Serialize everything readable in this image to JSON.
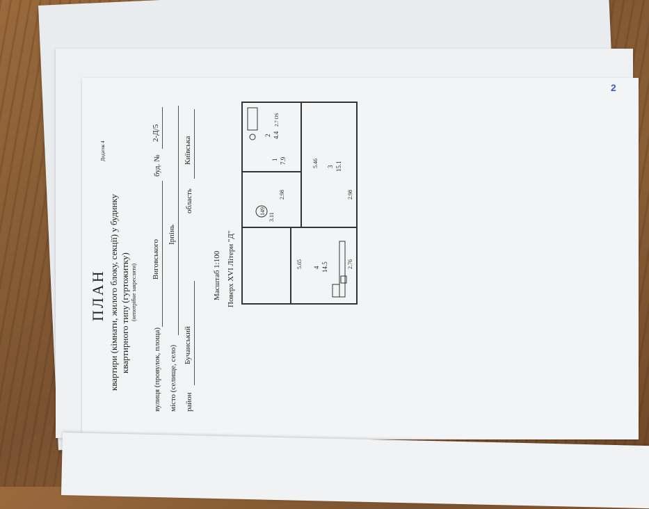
{
  "document": {
    "annex": "Додаток 4",
    "title": "ПЛАН",
    "subtitle_line1": "квартири (кімнати, жилого блоку, секції) у будинку",
    "subtitle_line2": "квартирного типу (гуртожитку)",
    "subtitle_note": "(непотрібне закреслити)",
    "street_label": "вулиця (провулок, площа)",
    "street_value": "Виговського",
    "building_label": "буд. №",
    "building_value": "2-Д/5",
    "city_label": "місто (селище, село)",
    "city_value": "Ірпінь",
    "district_label": "район",
    "district_value": "Бучанський",
    "region_label": "область",
    "region_value": "Київська",
    "scale": "Масштаб 1:100",
    "floor": "Поверх XVI Літери \"Д\""
  },
  "page_number": "2",
  "floor_plan": {
    "apartment_number": "149",
    "rooms": [
      {
        "number": "1",
        "area": "7.9"
      },
      {
        "number": "2",
        "area": "4.4"
      },
      {
        "number": "3",
        "area": "15.1"
      },
      {
        "number": "4",
        "area": "14.5"
      }
    ],
    "extra_label": "2.7 ОЅ",
    "dimensions": [
      "5.46",
      "2.98",
      "3.11",
      "2.98",
      "5.65",
      "2.76"
    ]
  }
}
